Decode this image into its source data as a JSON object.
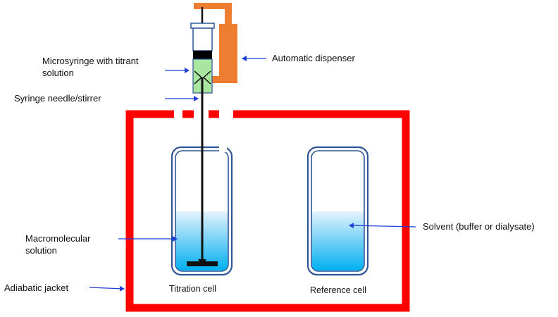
{
  "labels": {
    "microsyringe_line1": "Microsyringe with titrant",
    "microsyringe_line2": "solution",
    "automatic_dispenser": "Automatic dispenser",
    "syringe_needle": "Syringe needle/stirrer",
    "macromolecular_line1": "Macromolecular",
    "macromolecular_line2": "solution",
    "adiabatic_jacket": "Adiabatic jacket",
    "titration_cell": "Titration cell",
    "reference_cell": "Reference cell",
    "solvent": "Solvent (buffer or dialysate)"
  },
  "colors": {
    "jacket": "#ff0000",
    "dispenser": "#ed7d31",
    "cell_outline": "#2f5597",
    "solution_top": "#d9efff",
    "solution_bottom": "#00b0f0",
    "titrant": "#a9e6a0",
    "arrow": "#1f3fd6",
    "needle": "#111111"
  },
  "icons": {
    "syringe": "microsyringe-icon",
    "stirrer": "stirrer-paddle-icon"
  }
}
